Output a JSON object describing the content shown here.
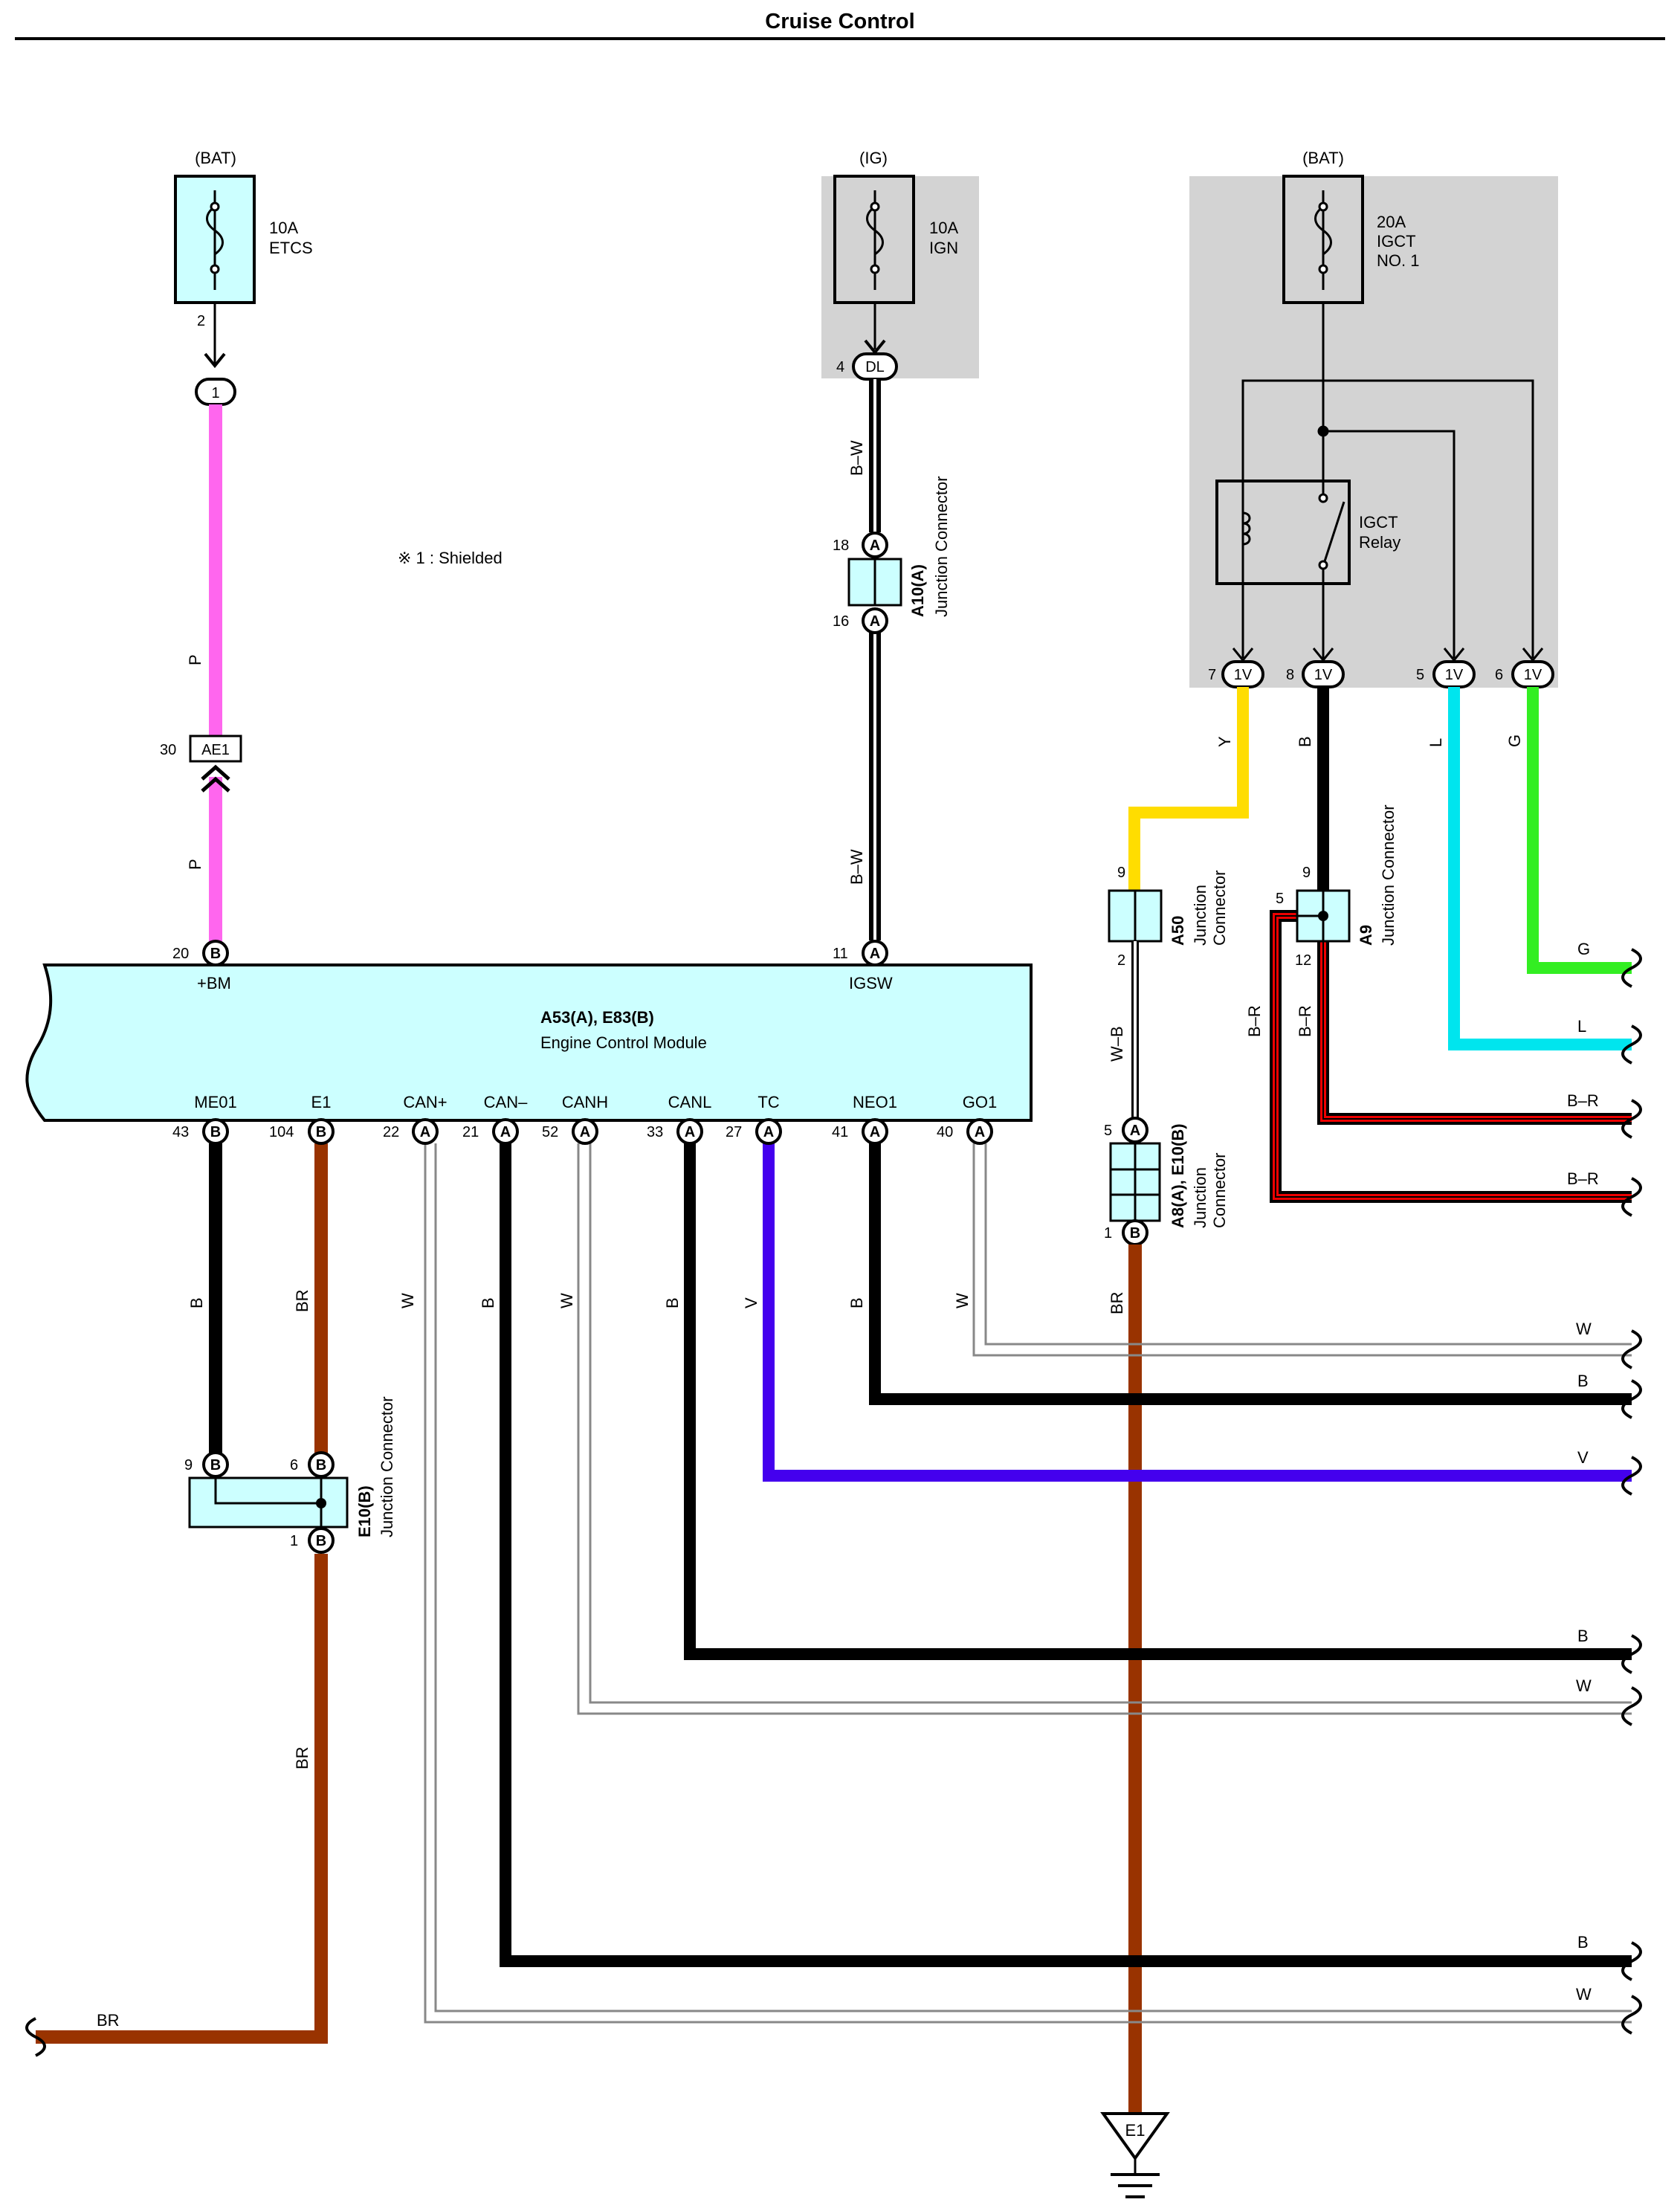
{
  "title": "Cruise Control",
  "colors": {
    "pink": "#ff66ee",
    "black": "#000000",
    "brown": "#993300",
    "yellow": "#ffdd00",
    "cyan": "#00e5ee",
    "green": "#33ee22",
    "violet": "#4400ee",
    "white_wire": "#888888",
    "red": "#ee0000",
    "ecm_fill": "#ccffff",
    "shade": "#d3d3d3"
  },
  "note": "※ 1 : Shielded",
  "fuses": [
    {
      "source": "(BAT)",
      "rating": "10A",
      "name": "ETCS",
      "name2": "",
      "pin": "2"
    },
    {
      "source": "(IG)",
      "rating": "10A",
      "name": "IGN",
      "name2": "",
      "pin": "4"
    },
    {
      "source": "(BAT)",
      "rating": "20A",
      "name": "IGCT",
      "name2": "NO. 1",
      "pin": ""
    }
  ],
  "relay": {
    "line1": "IGCT",
    "line2": "Relay",
    "pins": [
      "7",
      "8",
      "5",
      "6"
    ],
    "connector": "1V"
  },
  "connectors": {
    "c1": "1",
    "dl": "DL",
    "ae1": {
      "code": "AE1",
      "pin": "30"
    },
    "a10": {
      "name": "A10(A)",
      "type": "Junction Connector",
      "pin_top": "18",
      "pin_bottom": "16",
      "letter": "A"
    },
    "a50": {
      "name": "A50",
      "type1": "Junction",
      "type2": "Connector",
      "pin_top": "9",
      "pin_bottom": "2"
    },
    "a9": {
      "name": "A9",
      "type": "Junction Connector",
      "pin_top": "9",
      "pin_left": "5",
      "pin_bottom": "12"
    },
    "a8": {
      "name": "A8(A), E10(B)",
      "type1": "Junction",
      "type2": "Connector",
      "pin_top": "5",
      "pin_bottom": "1",
      "top_letter": "A",
      "bottom_letter": "B"
    },
    "e10": {
      "name": "E10(B)",
      "type": "Junction Connector",
      "pin_a": "9",
      "pin_b": "6",
      "pin_c": "1",
      "letter": "B"
    }
  },
  "ecm": {
    "name": "A53(A), E83(B)",
    "type": "Engine Control Module",
    "top_pins": [
      {
        "label": "+BM",
        "pin": "20",
        "letter": "B"
      },
      {
        "label": "IGSW",
        "pin": "11",
        "letter": "A"
      }
    ],
    "bottom_pins": [
      {
        "label": "ME01",
        "pin": "43",
        "letter": "B"
      },
      {
        "label": "E1",
        "pin": "104",
        "letter": "B"
      },
      {
        "label": "CAN+",
        "pin": "22",
        "letter": "A"
      },
      {
        "label": "CAN–",
        "pin": "21",
        "letter": "A"
      },
      {
        "label": "CANH",
        "pin": "52",
        "letter": "A"
      },
      {
        "label": "CANL",
        "pin": "33",
        "letter": "A"
      },
      {
        "label": "TC",
        "pin": "27",
        "letter": "A"
      },
      {
        "label": "NEO1",
        "pin": "41",
        "letter": "A"
      },
      {
        "label": "GO1",
        "pin": "40",
        "letter": "A"
      }
    ]
  },
  "wire_labels": {
    "p": "P",
    "bw": "B–W",
    "y": "Y",
    "b": "B",
    "l": "L",
    "g": "G",
    "wb": "W–B",
    "br": "BR",
    "br_r": "B–R",
    "w": "W",
    "v": "V"
  },
  "ground": "E1"
}
